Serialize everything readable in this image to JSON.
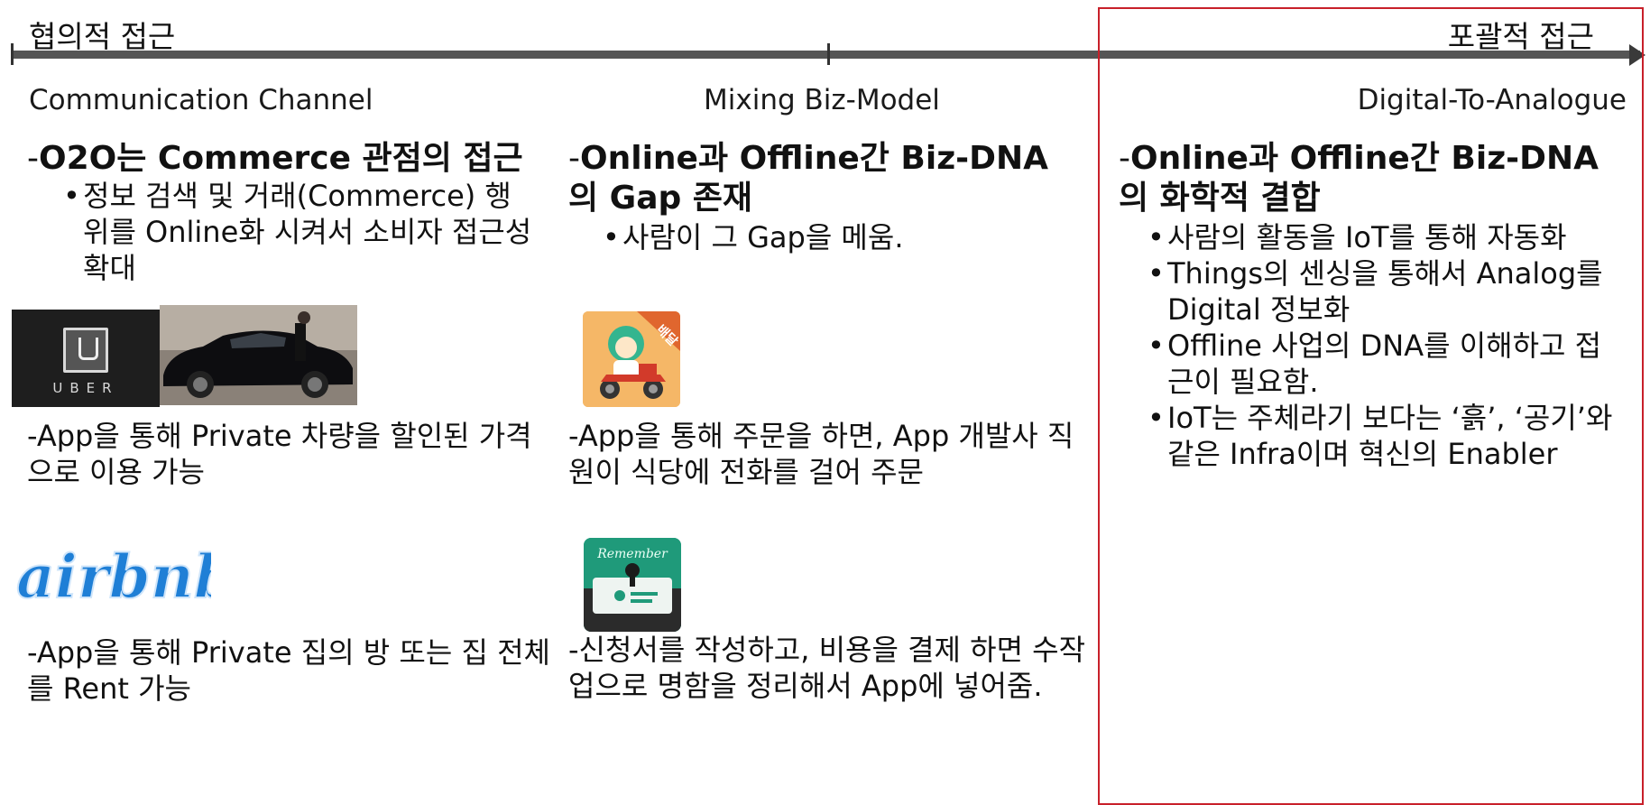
{
  "axis": {
    "left_label": "협의적 접근",
    "right_label": "포괄적 접근"
  },
  "columns": [
    {
      "header": "Communication Channel",
      "heading_dash": "-",
      "heading": "O2O는 Commerce 관점의 접근",
      "bullets": [
        "정보 검색 및 거래(Commerce) 행위를 Online화 시켜서 소비자 접근성 확대"
      ],
      "examples": [
        {
          "image": "uber-logo",
          "logo_text": "UBER",
          "text": "App을 통해 Private 차량을 할인된 가격으로 이용 가능"
        },
        {
          "image": "airbnb-logo",
          "logo_text": "airbnb",
          "text": "App을 통해 Private 집의 방 또는 집 전체를 Rent 가능"
        }
      ]
    },
    {
      "header": "Mixing Biz-Model",
      "heading_dash": "-",
      "heading": "Online과 Offline간 Biz-DNA의 Gap 존재",
      "bullets": [
        "사람이 그 Gap을 메움."
      ],
      "examples": [
        {
          "image": "delivery-app-icon",
          "badge_text": "배달",
          "text": "App을 통해 주문을 하면, App 개발사 직원이 식당에 전화를 걸어 주문"
        },
        {
          "image": "remember-app-icon",
          "logo_text": "Remember",
          "text": "신청서를 작성하고, 비용을 결제 하면 수작업으로 명함을 정리해서 App에 넣어줌."
        }
      ]
    },
    {
      "header": "Digital-To-Analogue",
      "heading_dash": "-",
      "heading": "Online과 Offline간 Biz-DNA의 화학적 결합",
      "bullets": [
        "사람의 활동을 IoT를 통해 자동화",
        "Things의 센싱을 통해서 Analog를 Digital 정보화",
        "Offline 사업의 DNA를 이해하고 접근이 필요함.",
        "IoT는 주체라기 보다는 ‘흙’, ‘공기’와 같은 Infra이며 혁신의 Enabler"
      ]
    }
  ],
  "colors": {
    "axis": "#555555",
    "highlight_border": "#c8202a",
    "text": "#111111"
  }
}
